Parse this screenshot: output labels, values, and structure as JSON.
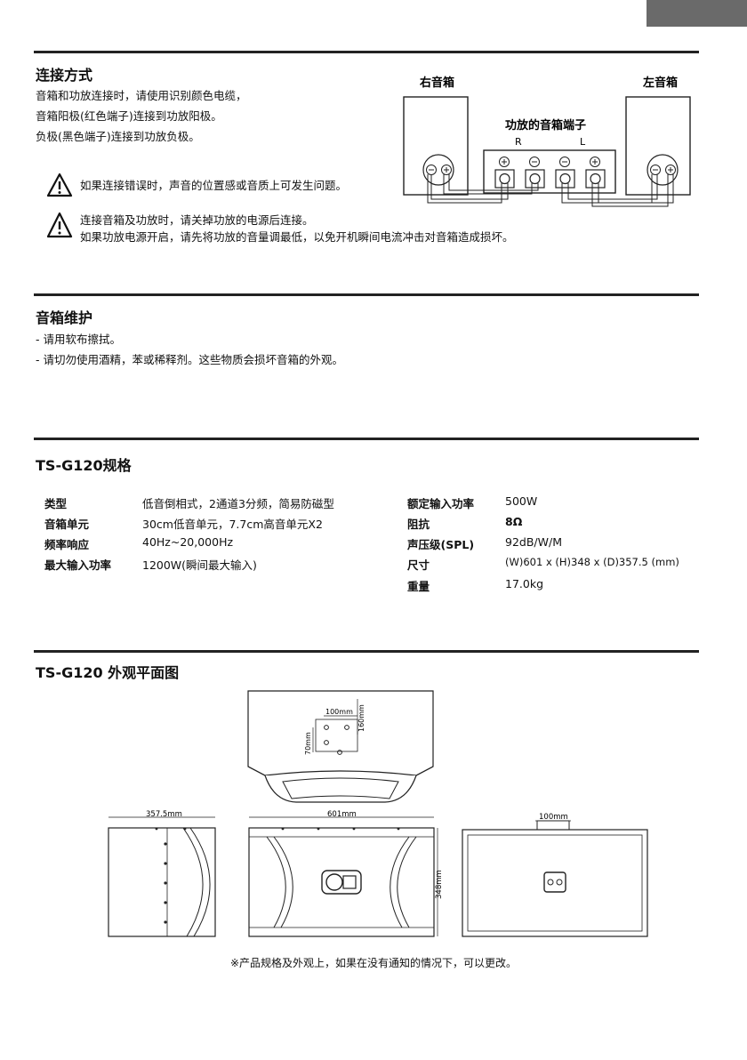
{
  "connection": {
    "title": "连接方式",
    "lines": [
      "音箱和功放连接时，请使用识别颜色电缆，",
      "音箱阳极(红色端子)连接到功放阳极。",
      "负极(黑色端子)连接到功放负极。"
    ],
    "warning1": "如果连接错误时，声音的位置感或音质上可发生问题。",
    "warning2_lines": [
      "连接音箱及功放时，请关掉功放的电源后连接。",
      "如果功放电源开启，请先将功放的音量调最低，以免开机瞬间电流冲击对音箱造成损坏。"
    ],
    "diagram": {
      "right_speaker": "右音箱",
      "left_speaker": "左音箱",
      "amp_label": "功放的音箱端子",
      "r_label": "R",
      "l_label": "L"
    }
  },
  "maintenance": {
    "title": "音箱维护",
    "lines": [
      "- 请用软布擦拭。",
      "- 请切勿使用酒精，苯或稀释剂。这些物质会损坏音箱的外观。"
    ]
  },
  "specs": {
    "title": "TS-G120规格",
    "left": [
      {
        "label": "类型",
        "value": "低音倒相式，2通道3分频，简易防磁型"
      },
      {
        "label": "音箱单元",
        "value": "30cm低音单元，7.7cm高音单元X2"
      },
      {
        "label": "频率响应",
        "value": "40Hz~20,000Hz"
      },
      {
        "label": "最大输入功率",
        "value": "1200W(瞬间最大输入)"
      }
    ],
    "right": [
      {
        "label": "额定输入功率",
        "value": "500W"
      },
      {
        "label": "阻抗",
        "value": "8Ω"
      },
      {
        "label": "声压级(SPL)",
        "value": "92dB/W/M"
      },
      {
        "label": "尺寸",
        "value": "(W)601 x (H)348 x (D)357.5 (mm)"
      },
      {
        "label": "重量",
        "value": "17.0kg"
      }
    ]
  },
  "drawing": {
    "title": "TS-G120 外观平面图",
    "top_dim_width": "100mm",
    "top_dim_height": "160mm",
    "top_dim_side": "70mm",
    "side_depth": "357.5mm",
    "front_width": "601mm",
    "front_height": "348mm",
    "back_dim": "100mm"
  },
  "footer_note": "※产品规格及外观上，如果在没有通知的情况下，可以更改。"
}
